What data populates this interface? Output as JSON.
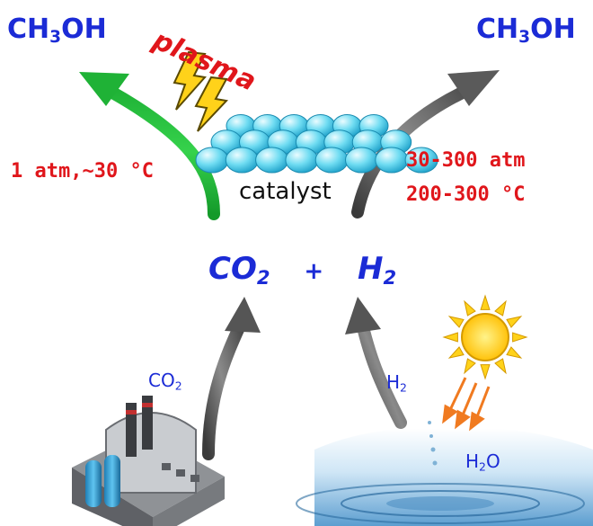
{
  "left_product": {
    "base": "CH",
    "sub1": "3",
    "rest": "OH"
  },
  "right_product": {
    "base": "CH",
    "sub1": "3",
    "rest": "OH"
  },
  "plasma_label": "plasma",
  "left_conditions": "1 atm,~30 °C",
  "right_conditions": {
    "line1": "30-300 atm",
    "line2": "200-300 °C"
  },
  "catalyst_label": "catalyst",
  "reactants": {
    "co2_base": "CO",
    "co2_sub": "2",
    "plus": "+",
    "h2_base": "H",
    "h2_sub": "2"
  },
  "co2_source_label": {
    "base": "CO",
    "sub": "2"
  },
  "h2_source_label": {
    "base": "H",
    "sub": "2"
  },
  "water_label": {
    "base": "H",
    "sub": "2",
    "rest": "O"
  },
  "colors": {
    "blue": "#1b2bd6",
    "red": "#e0161b",
    "green": "#1fc23a",
    "gray": "#555555",
    "catalyst": "#5fd8f0",
    "sun": "#ffd21a"
  }
}
